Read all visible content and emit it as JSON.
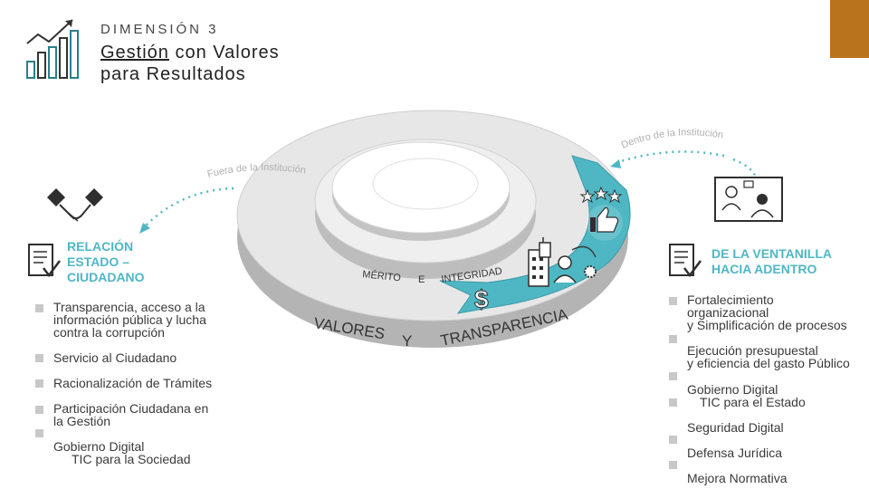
{
  "header": {
    "dimension_label": "DIMENSIÓN 3",
    "title_part1": "Gestión",
    "title_part2": " con Valores",
    "title_line2": "para Resultados"
  },
  "diagram": {
    "outside_label": "Fuera de la Institución",
    "inside_label": "Dentro de la Institución",
    "inner_ring_text_1": "MÉRITO",
    "inner_ring_text_2": "E",
    "inner_ring_text_3": "INTEGRIDAD",
    "outer_ring_text_1": "VALORES",
    "outer_ring_text_2": "Y",
    "outer_ring_text_3": "TRANSPARENCIA",
    "colors": {
      "accent": "#4fb7c4",
      "ring_light": "#e4e4e4",
      "ring_shadow": "#b4b4b4",
      "brand": "#b8731c"
    }
  },
  "left": {
    "heading": [
      "RELACIÓN",
      "ESTADO –",
      "CIUDADANO"
    ],
    "items": [
      [
        "Transparencia, acceso a la",
        "información pública y lucha",
        "contra la corrupción"
      ],
      [
        "Servicio al Ciudadano"
      ],
      [
        "Racionalización de Trámites"
      ],
      [
        "Participación Ciudadana en",
        "la Gestión"
      ],
      [
        "Gobierno Digital",
        "TIC para la Sociedad"
      ]
    ]
  },
  "right": {
    "heading": [
      "DE LA VENTANILLA",
      "HACIA ADENTRO"
    ],
    "items": [
      [
        "Fortalecimiento",
        "organizacional",
        "y Simplificación de procesos"
      ],
      [
        "Ejecución presupuestal",
        "y eficiencia del gasto Público"
      ],
      [
        "Gobierno Digital",
        "TIC para el Estado"
      ],
      [
        "Seguridad Digital"
      ],
      [
        "Defensa Jurídica"
      ],
      [
        "Mejora Normativa"
      ]
    ]
  },
  "icons": [
    "bar-chart-icon",
    "handshake-icon",
    "document-check-icon",
    "video-meeting-icon",
    "stars-icon",
    "thumbs-up-icon",
    "building-icon",
    "person-gear-icon",
    "dollar-icon"
  ]
}
